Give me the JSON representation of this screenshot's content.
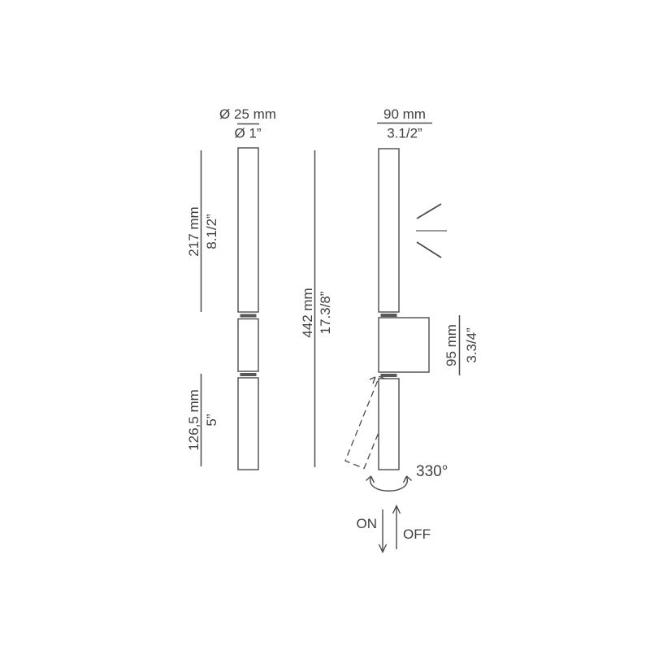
{
  "drawing": {
    "type": "lamp-technical-dimension-drawing",
    "views": [
      "front",
      "side"
    ]
  },
  "dims": {
    "diameter": {
      "metric": "Ø 25 mm",
      "imperial": "Ø 1”"
    },
    "width": {
      "metric": "90 mm",
      "imperial": "3.1/2”"
    },
    "upper_tube": {
      "metric": "217 mm",
      "imperial": "8.1/2”"
    },
    "lower_tube": {
      "metric": "126,5 mm",
      "imperial": "5”"
    },
    "total_height": {
      "metric": "442 mm",
      "imperial": "17.3/8”"
    },
    "bracket": {
      "metric": "95 mm",
      "imperial": "3.3/4”"
    }
  },
  "annotations": {
    "rotation_angle": "330°",
    "on_label": "ON",
    "off_label": "OFF"
  },
  "icons": {
    "light_rays": "light-rays",
    "rotation_arrow": "swivel-rotation-arrow",
    "on_arrow": "arrow-down",
    "off_arrow": "arrow-up"
  },
  "colors": {
    "background": "#ffffff",
    "line": "#4a4b4d",
    "text": "#414042",
    "joint": "#58595b",
    "ray_mid": "#8a8c8e"
  }
}
